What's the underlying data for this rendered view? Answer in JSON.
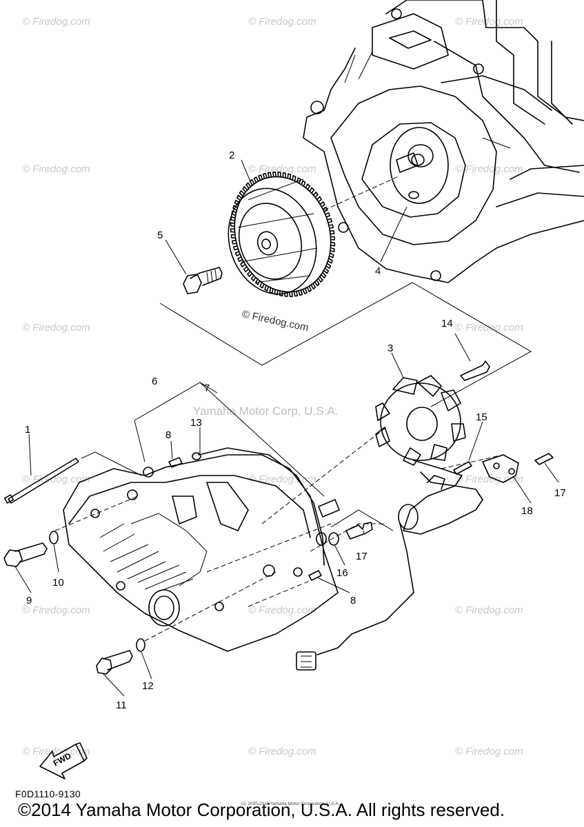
{
  "watermarks": {
    "firedog": "© Firedog.com",
    "firedog_center": "© Firedog.com",
    "corp": "Yamaha Motor Corp, U.S.A."
  },
  "callouts": {
    "c1": "1",
    "c2": "2",
    "c3": "3",
    "c4": "4",
    "c5": "5",
    "c6": "6",
    "c7": "7",
    "c8a": "8",
    "c8b": "8",
    "c9": "9",
    "c10": "10",
    "c11": "11",
    "c12": "12",
    "c13": "13",
    "c14": "14",
    "c15": "15",
    "c16": "16",
    "c17a": "17",
    "c17b": "17",
    "c18": "18"
  },
  "fwd_label": "FWD",
  "diagram_code": "F0D1110-9130",
  "copyright": "©2014 Yamaha Motor Corporation, U.S.A. All rights reserved.",
  "fine_print": "(c) 2005-2016 Yamaha Motor Corporation, U.S.A."
}
